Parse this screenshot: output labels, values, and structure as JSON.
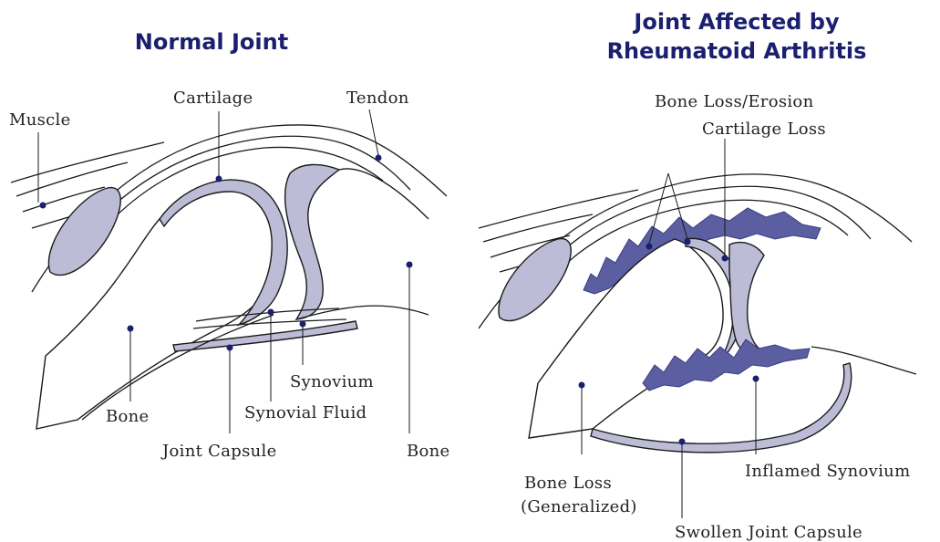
{
  "normal": {
    "title": "Normal Joint",
    "labels": {
      "muscle": "Muscle",
      "cartilage": "Cartilage",
      "tendon": "Tendon",
      "synovium": "Synovium",
      "synovial_fluid": "Synovial Fluid",
      "bone_left": "Bone",
      "bone_right": "Bone",
      "joint_capsule": "Joint Capsule"
    }
  },
  "ra": {
    "title_line1": "Joint Affected by",
    "title_line2": "Rheumatoid Arthritis",
    "labels": {
      "bone_loss_erosion": "Bone Loss/Erosion",
      "cartilage_loss": "Cartilage Loss",
      "bone_loss_line1": "Bone Loss",
      "bone_loss_line2": "(Generalized)",
      "inflamed_synovium": "Inflamed Synovium",
      "swollen_joint_capsule": "Swollen Joint Capsule"
    }
  },
  "colors": {
    "title": "#1a1f6e",
    "cartilage_fill": "#bcbcd6",
    "inflamed_synovium_fill": "#5b5ea0",
    "marker_dot": "#1a1f6e"
  }
}
